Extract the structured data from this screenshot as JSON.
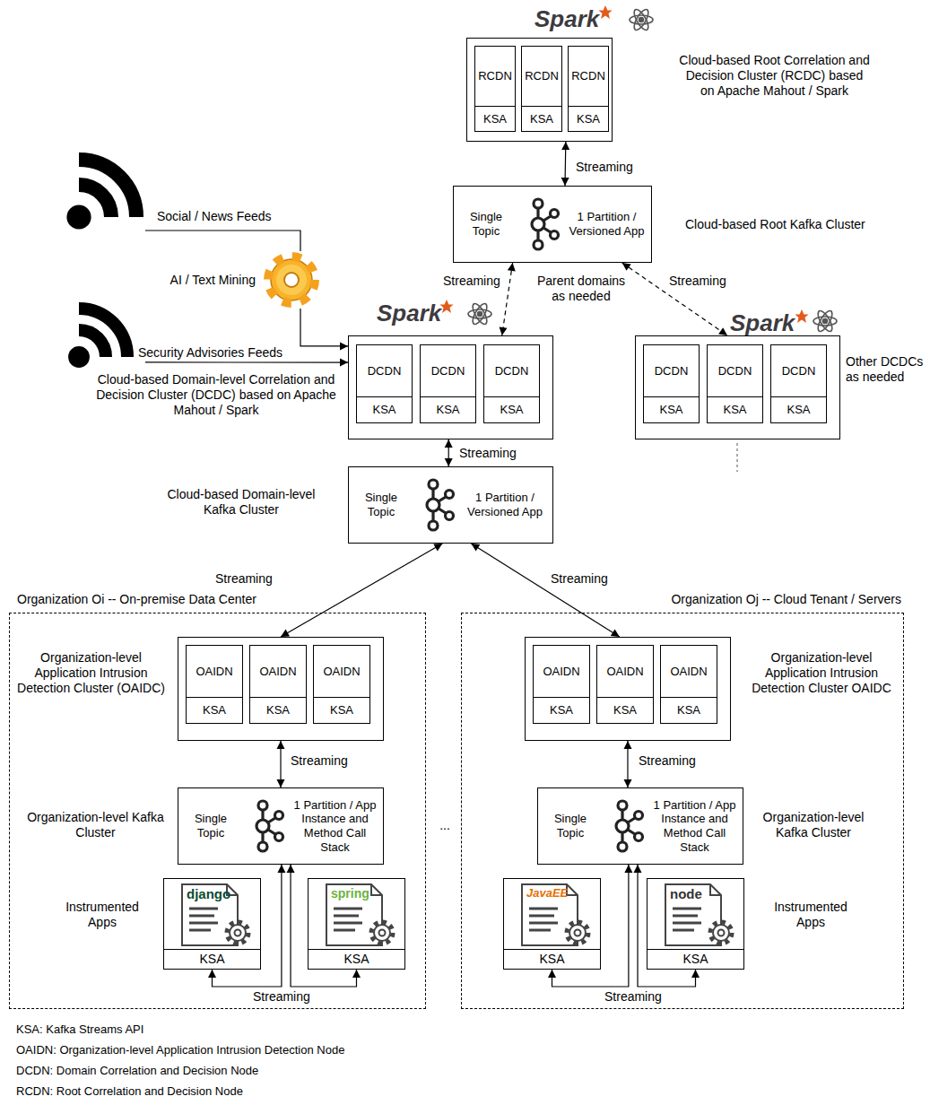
{
  "diagram": {
    "nodes": [
      {
        "text": [
          "Cloud-based Root Correlation and Decision Cluster (RCDC) based on Apache Mahout / Spark"
        ]
      },
      {
        "text": [
          "RCDN",
          "KSA"
        ],
        "in": 0
      },
      {
        "text": [
          "RCDN",
          "KSA"
        ],
        "in": 0
      },
      {
        "text": [
          "RCDN",
          "KSA"
        ],
        "in": 0
      },
      {
        "text": [
          "Single Topic",
          "1 Partition / Versioned App",
          "Cloud-based Root Kafka Cluster"
        ]
      },
      {
        "text": [
          "Cloud-based Domain-level Correlation and Decision Cluster (DCDC) based on Apache Mahout / Spark"
        ]
      },
      {
        "text": [
          "DCDN",
          "KSA"
        ],
        "in": 5
      },
      {
        "text": [
          "DCDN",
          "KSA"
        ],
        "in": 5
      },
      {
        "text": [
          "DCDN",
          "KSA"
        ],
        "in": 5
      },
      {
        "text": [
          "Other DCDCs as needed"
        ]
      },
      {
        "text": [
          "DCDN",
          "KSA"
        ],
        "in": 9
      },
      {
        "text": [
          "DCDN",
          "KSA"
        ],
        "in": 9
      },
      {
        "text": [
          "DCDN",
          "KSA"
        ],
        "in": 9
      },
      {
        "text": [
          "Single Topic",
          "1 Partition / Versioned App",
          "Cloud-based Domain-level Kafka Cluster"
        ]
      },
      {
        "text": [
          "Organization Oi -- On-premise Data Center"
        ]
      },
      {
        "text": [
          "Organization-level Application Intrusion Detection Cluster (OAIDC)"
        ],
        "in": 14
      },
      {
        "text": [
          "OAIDN",
          "KSA"
        ],
        "in": 15
      },
      {
        "text": [
          "OAIDN",
          "KSA"
        ],
        "in": 15
      },
      {
        "text": [
          "OAIDN",
          "KSA"
        ],
        "in": 15
      },
      {
        "text": [
          "Single Topic",
          "1 Partition / App Instance and Method Call Stack",
          "Organization-level Kafka Cluster"
        ],
        "in": 14
      },
      {
        "text": [
          "django",
          "KSA"
        ],
        "in": 14
      },
      {
        "text": [
          "spring",
          "KSA"
        ],
        "in": 14
      },
      {
        "text": [
          "Organization Oj -- Cloud Tenant / Servers"
        ]
      },
      {
        "text": [
          "Organization-level Application Intrusion Detection Cluster OAIDC"
        ],
        "in": 22
      },
      {
        "text": [
          "OAIDN",
          "KSA"
        ],
        "in": 23
      },
      {
        "text": [
          "OAIDN",
          "KSA"
        ],
        "in": 23
      },
      {
        "text": [
          "OAIDN",
          "KSA"
        ],
        "in": 23
      },
      {
        "text": [
          "Single Topic",
          "1 Partition / App Instance and Method Call Stack",
          "Organization-level Kafka Cluster"
        ],
        "in": 22
      },
      {
        "text": [
          "JavaEE",
          "KSA"
        ],
        "in": 22
      },
      {
        "text": [
          "node",
          "KSA"
        ],
        "in": 22
      },
      {
        "text": [
          "Social / News Feeds"
        ]
      },
      {
        "text": [
          "AI / Text Mining"
        ]
      },
      {
        "text": [
          "Security Advisories Feeds"
        ]
      }
    ],
    "edges": [
      {
        "from": 0,
        "to": 4,
        "arrow": "both",
        "label": "Streaming"
      },
      {
        "from": 4,
        "to": 5,
        "arrow": "both",
        "label": "Streaming"
      },
      {
        "from": 4,
        "to": 9,
        "arrow": "both",
        "label": "Streaming"
      },
      {
        "from": 5,
        "to": 13,
        "arrow": "both",
        "label": "Streaming"
      },
      {
        "from": 13,
        "to": 15,
        "arrow": "both",
        "label": "Streaming"
      },
      {
        "from": 13,
        "to": 23,
        "arrow": "both",
        "label": "Streaming"
      },
      {
        "from": 15,
        "to": 19,
        "arrow": "both",
        "label": "Streaming"
      },
      {
        "from": 23,
        "to": 27,
        "arrow": "both",
        "label": "Streaming"
      },
      {
        "from": 19,
        "to": 20,
        "arrow": "both",
        "label": "Streaming"
      },
      {
        "from": 19,
        "to": 21,
        "arrow": "both"
      },
      {
        "from": 27,
        "to": 28,
        "arrow": "both",
        "label": "Streaming"
      },
      {
        "from": 27,
        "to": 29,
        "arrow": "both"
      },
      {
        "from": 30,
        "to": 31,
        "arrow": "none"
      },
      {
        "from": 31,
        "to": 5,
        "arrow": "to"
      },
      {
        "from": 32,
        "to": 5,
        "arrow": "to"
      }
    ],
    "labels": [
      "Spark",
      "Spark",
      "Spark",
      "Parent domains as needed",
      "...",
      "Instrumented Apps",
      "Instrumented Apps",
      "KSA: Kafka Streams API",
      "OAIDN: Organization-level Application Intrusion Detection Node",
      "DCDN: Domain Correlation and Decision Node",
      "RCDN: Root Correlation and Decision Node"
    ]
  }
}
